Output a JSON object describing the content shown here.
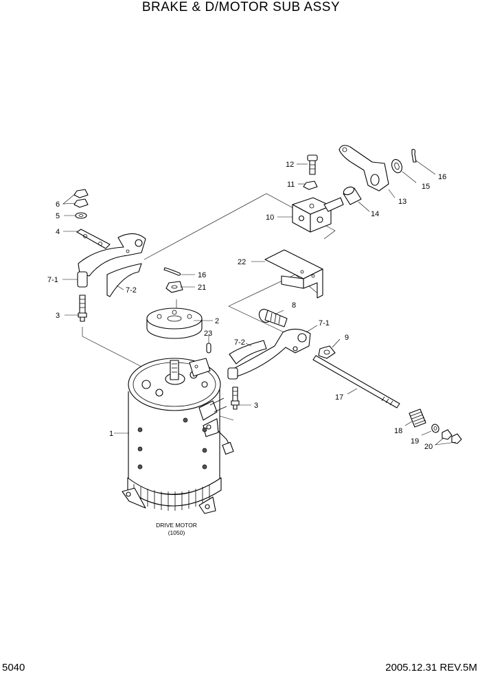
{
  "header": {
    "title": "BRAKE & D/MOTOR SUB ASSY"
  },
  "footer": {
    "page_number": "5040",
    "revision": "2005.12.31  REV.5M"
  },
  "callouts": {
    "c1": "1",
    "c2": "2",
    "c3a": "3",
    "c3b": "3",
    "c4": "4",
    "c5": "5",
    "c6": "6",
    "c7_1a": "7-1",
    "c7_2a": "7-2",
    "c7_1b": "7-1",
    "c7_2b": "7-2",
    "c8": "8",
    "c9": "9",
    "c10": "10",
    "c11": "11",
    "c12": "12",
    "c13": "13",
    "c14": "14",
    "c15": "15",
    "c16a": "16",
    "c16b": "16",
    "c17": "17",
    "c18": "18",
    "c19": "19",
    "c20": "20",
    "c21": "21",
    "c22": "22",
    "c23": "23"
  },
  "motor_caption": {
    "line1": "DRIVE MOTOR",
    "line2": "(1050)"
  }
}
